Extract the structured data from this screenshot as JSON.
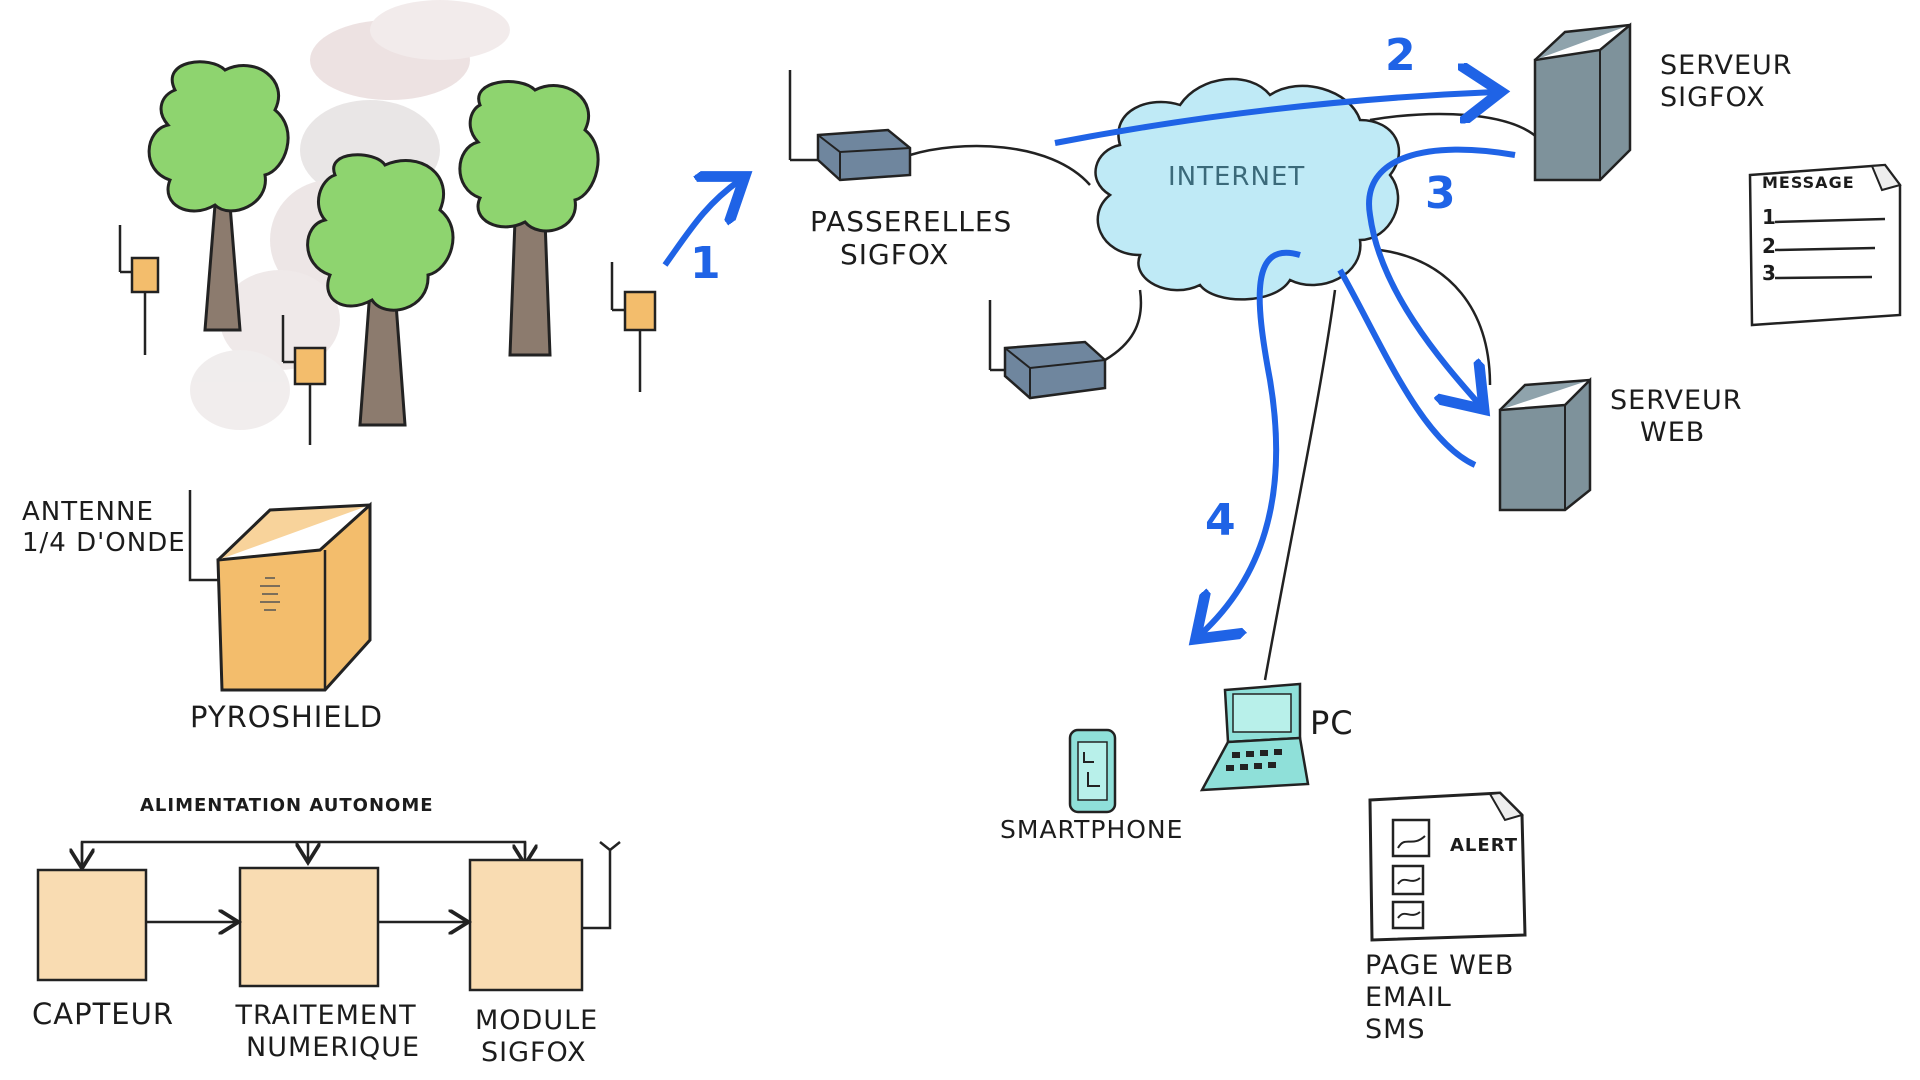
{
  "labels": {
    "gateways": [
      "PASSERELLES",
      "SIGFOX"
    ],
    "internet": "INTERNET",
    "sigfox_server": [
      "SERVEUR",
      "SIGFOX"
    ],
    "web_server": [
      "SERVEUR",
      "WEB"
    ],
    "message": "MESSAGE",
    "message_lines": [
      "1",
      "2",
      "3"
    ],
    "alert": "ALERT",
    "pc": "PC",
    "smartphone": "SMARTPHONE",
    "outputs": [
      "PAGE WEB",
      "EMAIL",
      "SMS"
    ],
    "antenna": [
      "ANTENNE",
      "1/4 D'ONDE"
    ],
    "device": "PYROSHIELD",
    "power": "ALIMENTATION AUTONOME",
    "blocks": {
      "sensor": "CAPTEUR",
      "processing": [
        "TRAITEMENT",
        "NUMERIQUE"
      ],
      "module": [
        "MODULE",
        "SIGFOX"
      ]
    }
  },
  "steps": [
    "1",
    "2",
    "3",
    "4"
  ],
  "colors": {
    "arrow": "#1f63e6",
    "cloud": "#bfeaf6",
    "server": "#7e929b",
    "gateway": "#6f869e",
    "box": "#f8d39b",
    "device": "#f3bd6c",
    "screen": "#8fe0d9",
    "tree_leaf": "#8ed46f",
    "trunk": "#8c7b6e"
  }
}
